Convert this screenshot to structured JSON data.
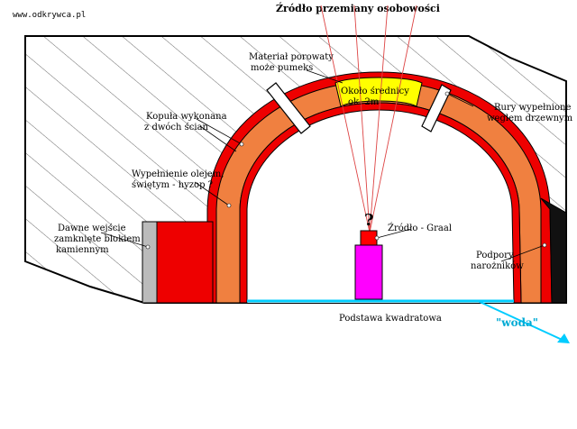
{
  "site_url": "www.odkrywca.pl",
  "title": "Źródło przemiany osobowości",
  "labels": {
    "porous_1": "Materiał porowaty",
    "porous_2": "może pumeks",
    "diameter_1": "Około średnicy",
    "diameter_2": "ok. 2m",
    "pipes_1": "Rury wypełnione",
    "pipes_2": "węglem drzewnym",
    "dome_1": "Kopuła wykonana",
    "dome_2": "z dwóch ścian",
    "oil_1": "Wypełnienie olejem,",
    "oil_2": "świętym - hyzop ?",
    "entrance_1": "Dawne wejście",
    "entrance_2": "zamknięte blokiem",
    "entrance_3": "kamiennym",
    "source": "Źródło - Graal",
    "supports_1": "Podpory",
    "supports_2": "narożników",
    "base": "Podstawa kwadratowa",
    "water": "\"woda\"",
    "question": "?"
  },
  "colors": {
    "outer_shell": "#ee0000",
    "inner_fill": "#f08040",
    "window": "#ffff00",
    "grail_cup": "#ff0000",
    "grail_pedestal": "#ff00ff",
    "floor_water": "#00ccff",
    "entrance_block": "#bbbbbb",
    "ray": "#dd4444",
    "hatch": "#444444"
  }
}
